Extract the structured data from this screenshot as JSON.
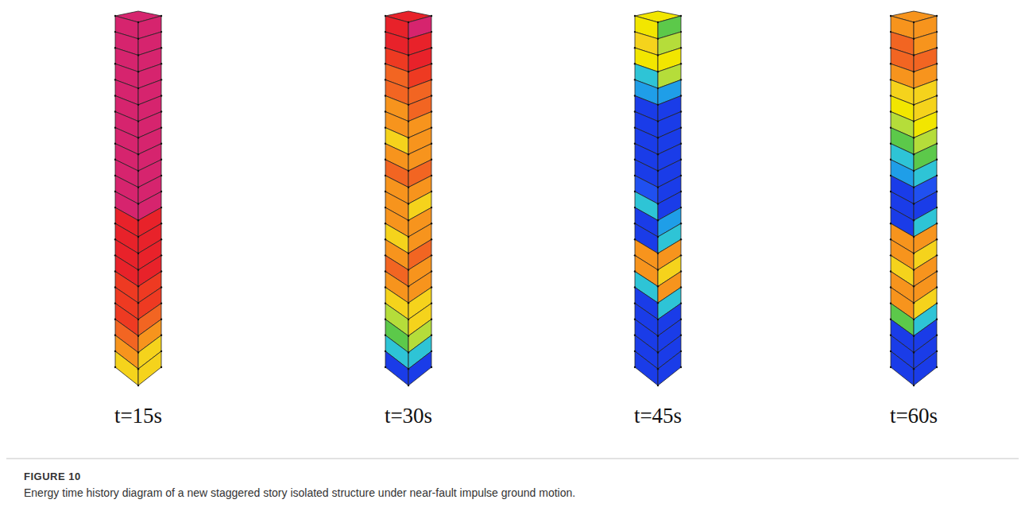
{
  "diagram": {
    "caption": "Energy time history diagram of a new staggered story isolated structure under near-fault impulse ground motion.",
    "labels": [
      "t=15s",
      "t=30s",
      "t=45s",
      "t=60s",
      "FIGURE 10"
    ]
  }
}
